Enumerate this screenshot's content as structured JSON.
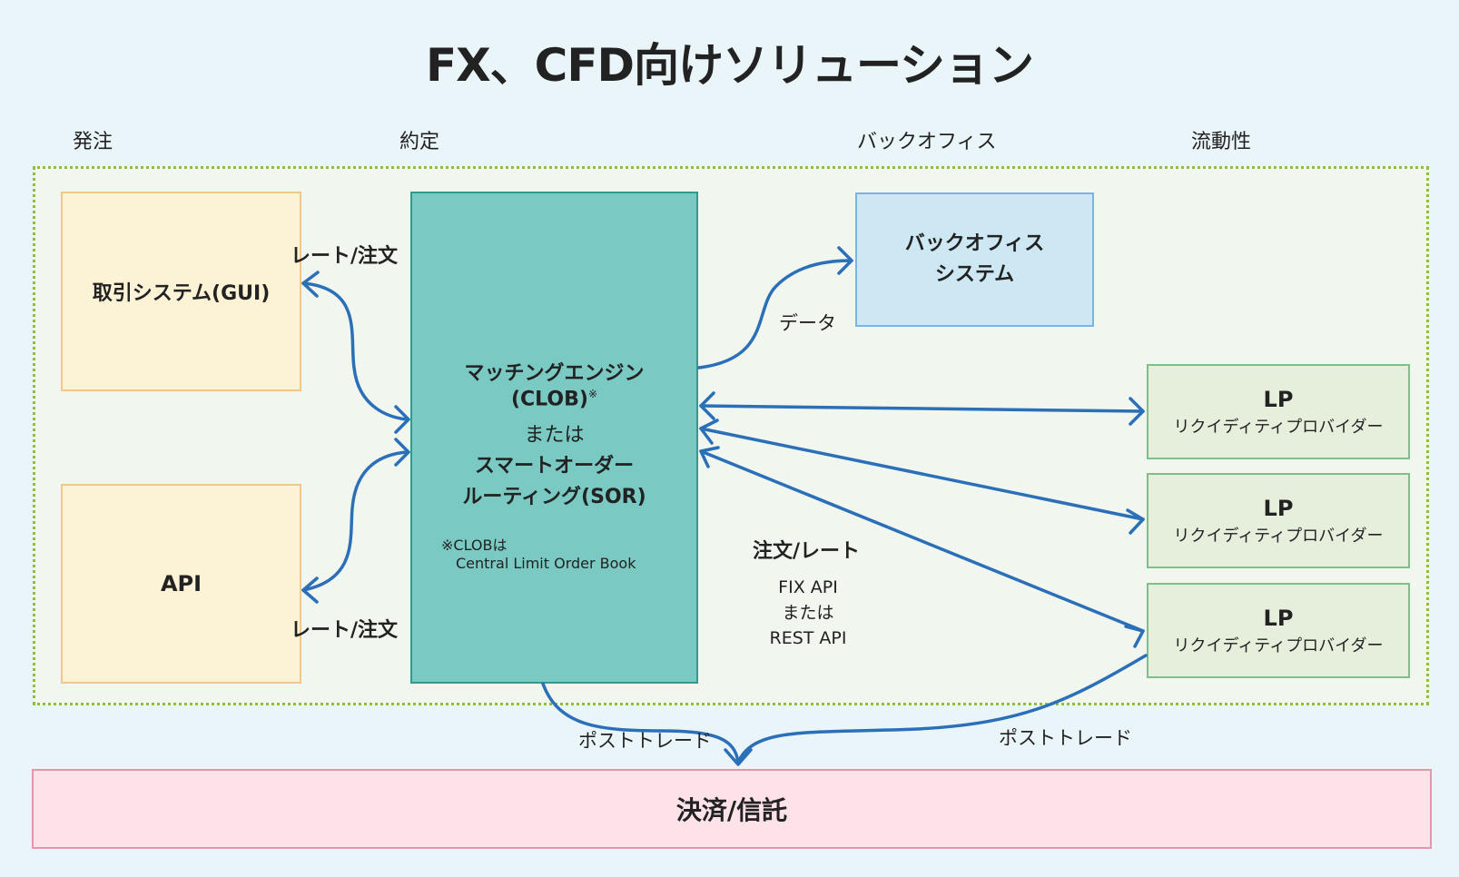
{
  "title": "FX、CFD向けソリューション",
  "columns": {
    "order": "発注",
    "execution": "約定",
    "back_office": "バックオフィス",
    "liquidity": "流動性"
  },
  "boxes": {
    "gui": "取引システム(GUI)",
    "api": "API",
    "engine": {
      "line1": "マッチングエンジン",
      "line2": "(CLOB)",
      "mark": "※",
      "line3": "または",
      "line4": "スマートオーダー",
      "line5": "ルーティング(SOR)",
      "note1": "※CLOBは",
      "note2": "Central Limit Order Book"
    },
    "backoffice": {
      "line1": "バックオフィス",
      "line2": "システム"
    },
    "lps": [
      {
        "title": "LP",
        "subtitle": "リクイディティプロバイダー"
      },
      {
        "title": "LP",
        "subtitle": "リクイディティプロバイダー"
      },
      {
        "title": "LP",
        "subtitle": "リクイディティプロバイダー"
      }
    ],
    "settlement": "決済/信託"
  },
  "labels": {
    "rate_order_top": "レート/注文",
    "rate_order_bottom": "レート/注文",
    "data": "データ",
    "order_rate": "注文/レート",
    "fix_api": "FIX API",
    "or": "または",
    "rest_api": "REST API",
    "post_trade_left": "ポストトレード",
    "post_trade_right": "ポストトレード"
  },
  "colors": {
    "arrow": "#2a6fb8",
    "frame_border": "#8fbf3a"
  }
}
